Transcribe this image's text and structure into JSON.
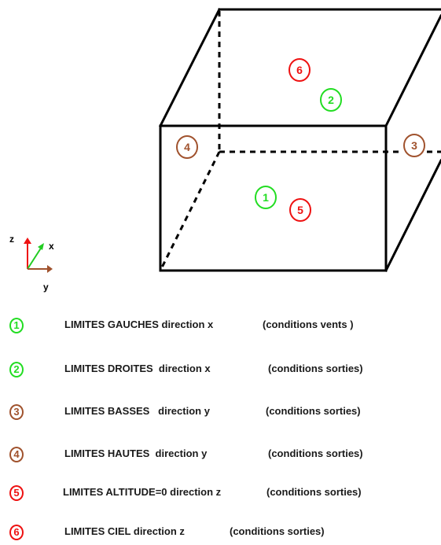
{
  "colors": {
    "green": "#22dd22",
    "brown": "#a0522d",
    "red": "#ee1111",
    "axis_red": "#ee1111",
    "axis_green": "#22cc22",
    "axis_brown": "#a0522d"
  },
  "axes": {
    "z": "z",
    "x": "x",
    "y": "y"
  },
  "cube_labels": [
    {
      "num": "6",
      "color": "red",
      "face": "top-back"
    },
    {
      "num": "2",
      "color": "green",
      "face": "top-back"
    },
    {
      "num": "4",
      "color": "brown",
      "face": "front-left"
    },
    {
      "num": "3",
      "color": "brown",
      "face": "right-back"
    },
    {
      "num": "1",
      "color": "green",
      "face": "bottom"
    },
    {
      "num": "5",
      "color": "red",
      "face": "bottom"
    }
  ],
  "legend": [
    {
      "num": "1",
      "color": "green",
      "limit": "LIMITES GAUCHES direction x",
      "cond": "(conditions vents )"
    },
    {
      "num": "2",
      "color": "green",
      "limit": "LIMITES DROITES  direction x",
      "cond": "(conditions sorties)"
    },
    {
      "num": "3",
      "color": "brown",
      "limit": "LIMITES BASSES   direction y",
      "cond": "(conditions sorties)"
    },
    {
      "num": "4",
      "color": "brown",
      "limit": "LIMITES HAUTES  direction y",
      "cond": "(conditions sorties)"
    },
    {
      "num": "5",
      "color": "red",
      "limit": "LIMITES ALTITUDE=0 direction z",
      "cond": "(conditions sorties)"
    },
    {
      "num": "6",
      "color": "red",
      "limit": "LIMITES CIEL direction z",
      "cond": "(conditions sorties)"
    }
  ]
}
